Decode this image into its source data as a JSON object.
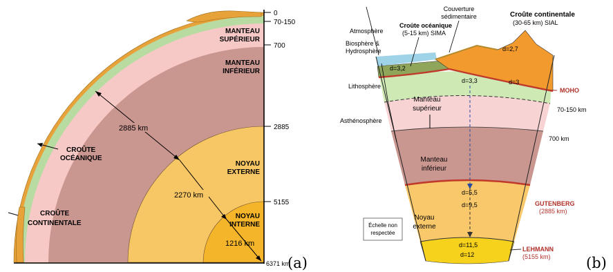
{
  "panel_a": {
    "panel_label": "(a)",
    "depth_ticks": [
      "0",
      "70-150",
      "700",
      "2885",
      "5155",
      "6371 km"
    ],
    "layers": {
      "upper_mantle": [
        "MANTEAU",
        "SUPÉRIEUR"
      ],
      "lower_mantle": [
        "MANTEAU",
        "INFÉRIEUR"
      ],
      "outer_core": [
        "NOYAU",
        "EXTERNE"
      ],
      "inner_core": [
        "NOYAU",
        "INTERNE"
      ],
      "oceanic_crust": [
        "CROÛTE",
        "OCÉANIQUE"
      ],
      "continental_crust": [
        "CROÛTE",
        "CONTINENTALE"
      ]
    },
    "thickness_labels": {
      "mantle": "2885 km",
      "outer_core": "2270 km",
      "inner_core": "1216 km"
    },
    "colors": {
      "continental_crust": "#e8a23a",
      "oceanic_crust": "#b8dba2",
      "upper_mantle": "#f7c9c6",
      "lower_mantle": "#c99690",
      "outer_core": "#f8c765",
      "inner_core": "#f5b52a"
    }
  },
  "panel_b": {
    "panel_label": "(b)",
    "left_labels": {
      "atmosphere": "Atmosphère",
      "biosphere": [
        "Biosphère &",
        "Hydrosphère"
      ],
      "lithosphere": "Lithosphère",
      "asthenosphere": "Asthénosphère"
    },
    "top_labels": {
      "oceanic_crust": [
        "Croûte océanique",
        "(5-15 km) SIMA"
      ],
      "sediment": [
        "Couverture",
        "sédimentaire"
      ],
      "continental_crust": [
        "Croûte continentale",
        "(30-65 km) SIAL"
      ]
    },
    "densities": [
      "d=2,7",
      "d=3,2",
      "d=3",
      "d=3,3",
      "d=5,5",
      "d=9,5",
      "d=11,5",
      "d=12"
    ],
    "layers": {
      "upper_mantle": [
        "Manteau",
        "supérieur"
      ],
      "lower_mantle": [
        "Manteau",
        "inférieur"
      ],
      "outer_core": [
        "Noyau",
        "externe"
      ]
    },
    "right_labels": {
      "moho": "MOHO",
      "depth_70_150": "70-150 km",
      "depth_700": "700 km",
      "gutenberg": "GUTENBERG",
      "gutenberg_depth": "(2885 km)",
      "lehmann": "LEHMANN",
      "lehmann_depth": "(5155 km)"
    },
    "scale_note": [
      "Échelle non",
      "respectée"
    ],
    "colors": {
      "water": "#9fd3e8",
      "continental_crust": "#f29a2e",
      "oceanic_crust": "#8fa65a",
      "lithospheric_mantle": "#cfe9b4",
      "asthenosphere": "#f7d3d3",
      "lower_mantle": "#c99690",
      "outer_core": "#f8c86a",
      "inner_core": "#f6d21c",
      "discontinuity": "#c0392b"
    }
  }
}
